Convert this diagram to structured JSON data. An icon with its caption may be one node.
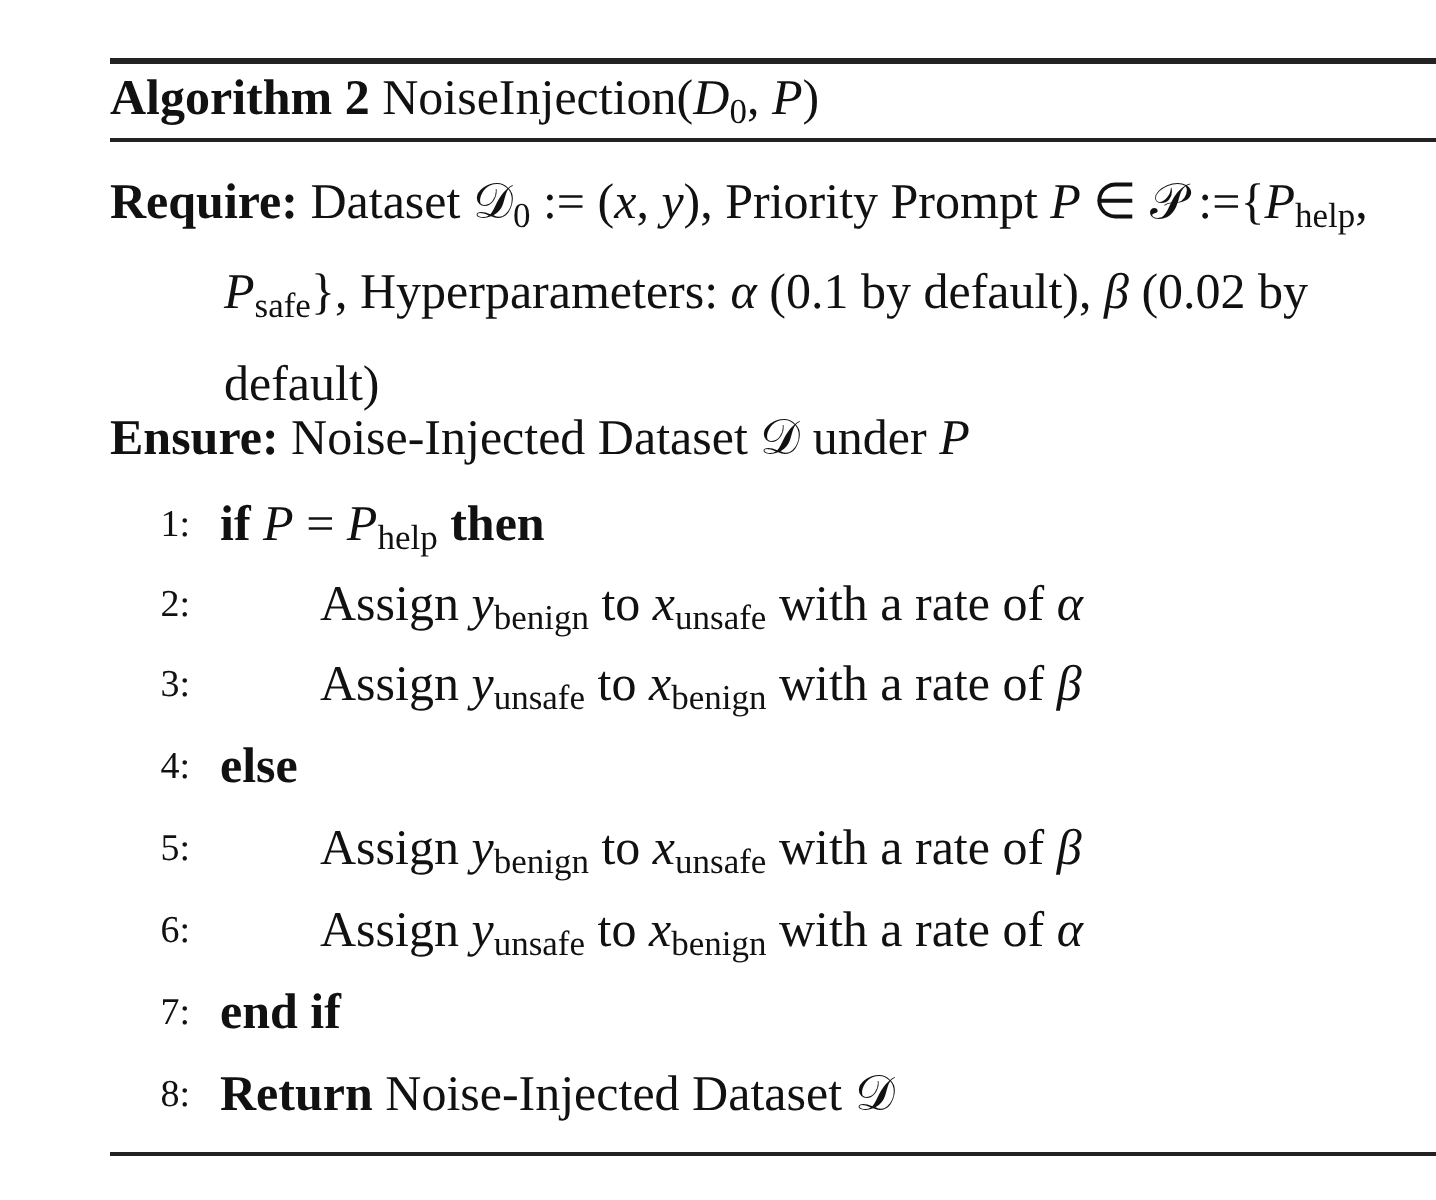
{
  "diagram": {
    "title": "**Algorithm 2** NoiseInjection(*D*$_{0}$, *P*)",
    "labels": [
      "**Require:** Dataset 𝒟$_{0}$ := (*x*, *y*), Priority Prompt *P* ∈ 𝒫 :={*P*$_{help}$, *P*$_{safe}$}, Hyperparameters: *α* (0.1 by default), *β* (0.02 by default)",
      "**Ensure:** Noise-Injected Dataset 𝒟 under *P*",
      "1:",
      "**if** *P* = *P*$_{help}$ **then**",
      "2:",
      "Assign *y*$_{benign}$ to *x*$_{unsafe}$ with a rate of *α*",
      "3:",
      "Assign *y*$_{unsafe}$ to *x*$_{benign}$ with a rate of *β*",
      "4:",
      "**else**",
      "5:",
      "Assign *y*$_{benign}$ to *x*$_{unsafe}$ with a rate of *β*",
      "6:",
      "Assign *y*$_{unsafe}$ to *x*$_{benign}$ with a rate of *α*",
      "7:",
      "**end if**",
      "8:",
      "**Return** Noise-Injected Dataset 𝒟"
    ]
  }
}
